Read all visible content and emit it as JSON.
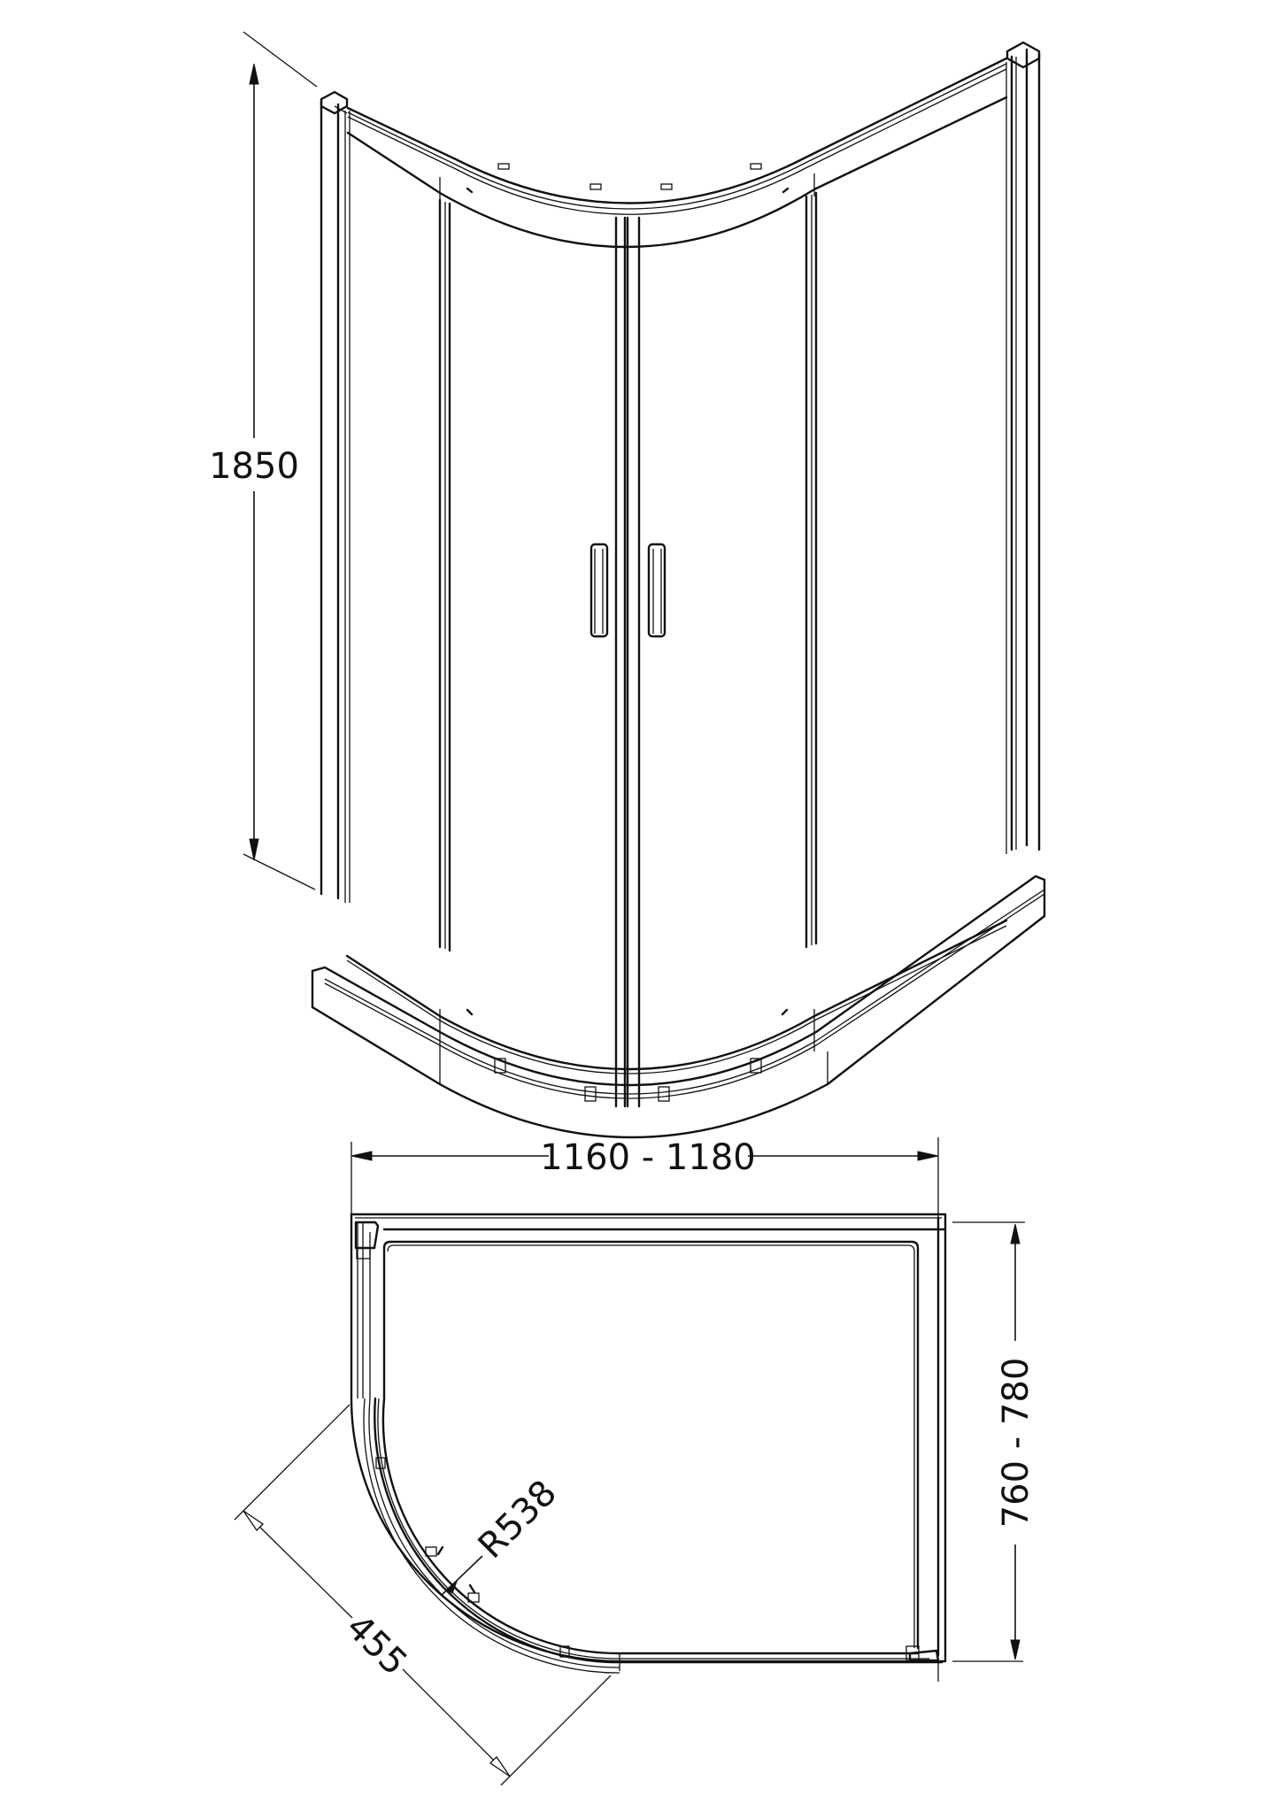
{
  "drawing": {
    "elevation_view": {
      "height_label": "1850",
      "description": "Quadrant shower enclosure front elevation with two sliding doors and handles"
    },
    "plan_view": {
      "width_label": "1160 - 1180",
      "depth_label": "760 - 780",
      "radius_label": "R538",
      "diagonal_label": "455"
    },
    "colors": {
      "line": "#111111",
      "background": "#ffffff"
    }
  }
}
